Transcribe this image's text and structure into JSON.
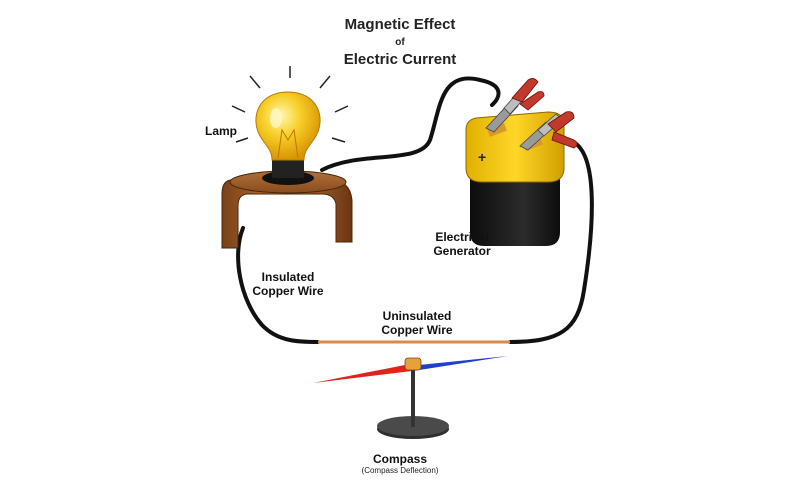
{
  "title": {
    "line1": "Magnetic Effect",
    "line2": "of",
    "line3": "Electric Current"
  },
  "labels": {
    "lamp": "Lamp",
    "insulated_wire_1": "Insulated",
    "insulated_wire_2": "Copper Wire",
    "uninsulated_wire_1": "Uninsulated",
    "uninsulated_wire_2": "Copper Wire",
    "generator_1": "Electrical",
    "generator_2": "Generator",
    "compass": "Compass",
    "compass_sub": "(Compass Deflection)"
  },
  "colors": {
    "bulb": "#f5c518",
    "stand": "#a0602a",
    "battery_body": "#1a1a1a",
    "battery_top": "#f2c400",
    "clip": "#c0392b",
    "wire_insulated": "#111111",
    "wire_bare": "#d98c4a",
    "needle_north": "#e0241b",
    "needle_south": "#1f3fcf"
  }
}
